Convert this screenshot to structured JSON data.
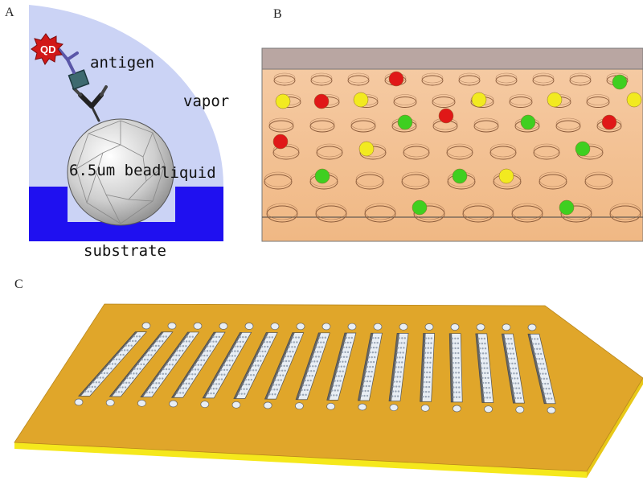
{
  "panels": {
    "a": {
      "letter": "A",
      "labels": {
        "qd": "QD",
        "antigen": "antigen",
        "vapor": "vapor",
        "bead": "6.5um bead",
        "liquid": "liquid",
        "substrate": "substrate"
      },
      "colors": {
        "vapor": "#cbd3f5",
        "substrate": "#1f10f0",
        "bead": "#c8c8c8",
        "qd": "#d11818"
      }
    },
    "b": {
      "letter": "B",
      "colors": {
        "chip": "#f4c49a",
        "top_band": "#b9a6a2",
        "well_outline": "#8a5a3a",
        "red": "#e01818",
        "yellow": "#f2ea20",
        "green": "#3fcf20"
      }
    },
    "c": {
      "letter": "C",
      "channel_count": 16,
      "colors": {
        "slab_top": "#e0a62a",
        "slab_front": "#f5e81c",
        "channel": "#e8eef4",
        "well_dot": "#9aa6b6"
      }
    }
  }
}
